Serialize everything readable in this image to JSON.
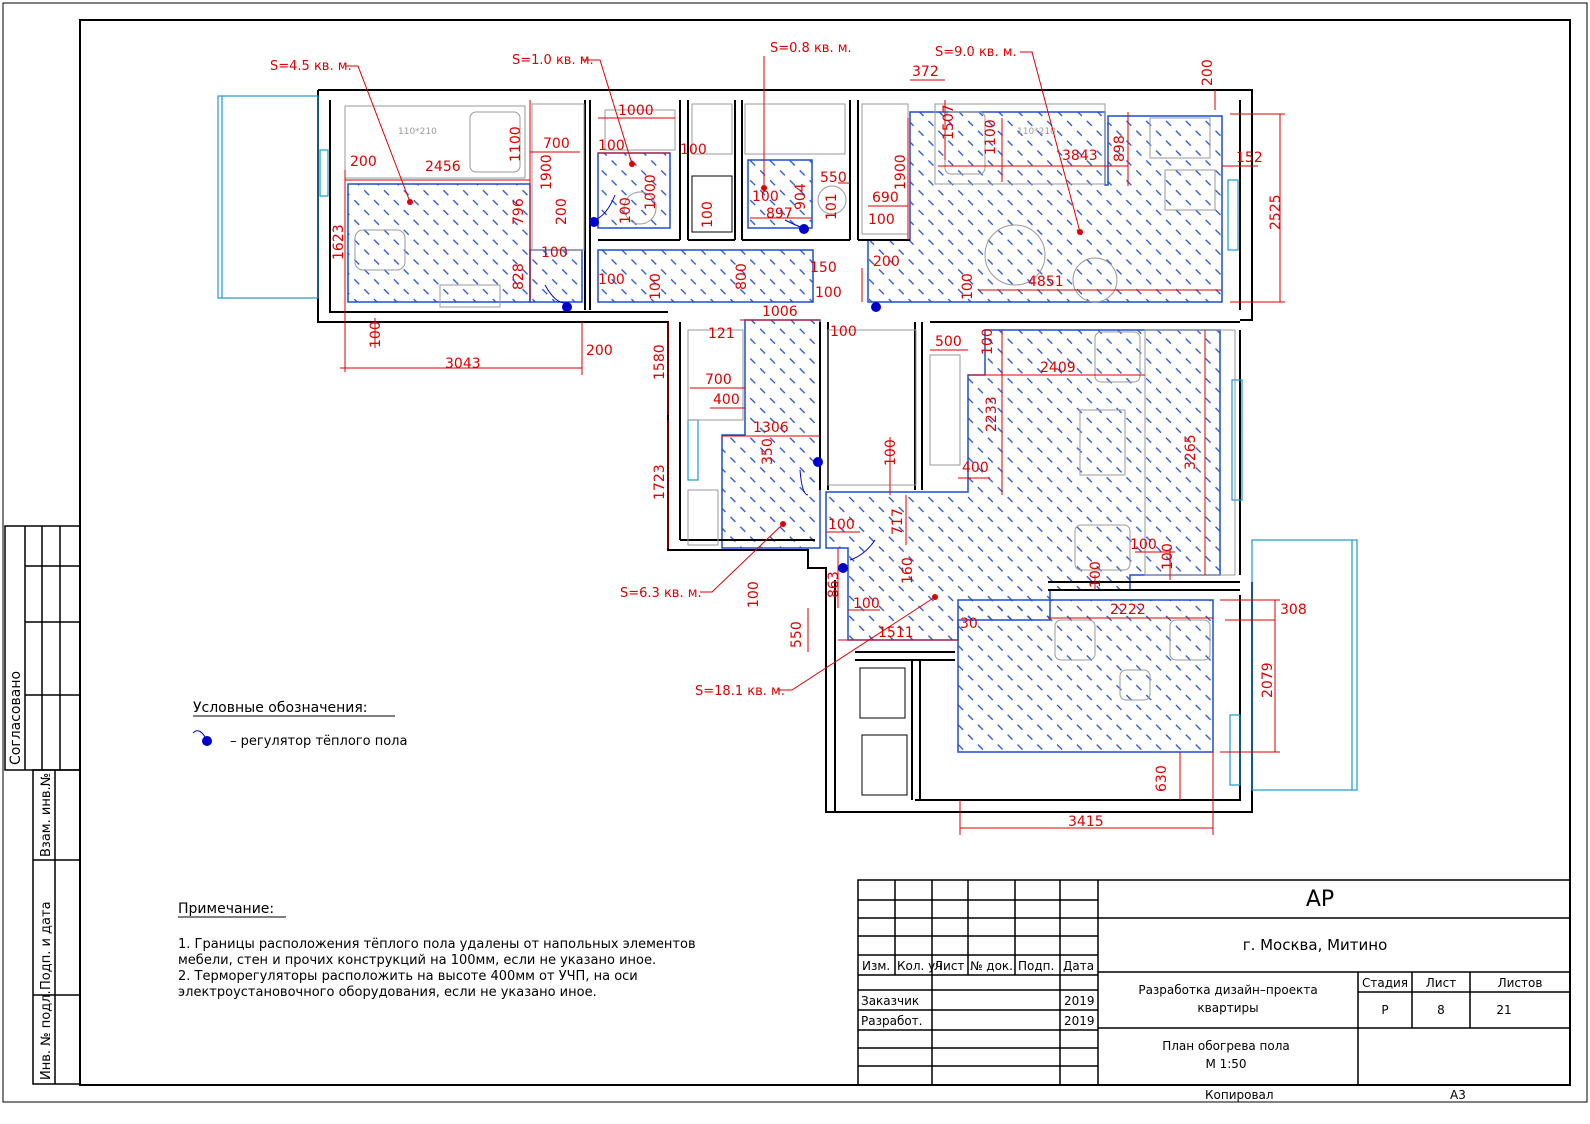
{
  "drawing": {
    "areas": [
      {
        "id": "bedroom-1",
        "text": "S=4.5  кв. м."
      },
      {
        "id": "wc",
        "text": "S=1.0  кв. м."
      },
      {
        "id": "bath",
        "text": "S=0.8  кв. м."
      },
      {
        "id": "bedroom-2",
        "text": "S=9.0  кв. м."
      },
      {
        "id": "hall",
        "text": "S=6.3  кв. м."
      },
      {
        "id": "living",
        "text": "S=18.1  кв. м."
      }
    ],
    "dims": {
      "d2456": "2456",
      "d200a": "200",
      "d1623": "1623",
      "d796": "796",
      "d828": "828",
      "d100a": "100",
      "d3043": "3043",
      "d200b": "200",
      "d1100a": "1100",
      "d1900a": "1900",
      "d700a": "700",
      "d200c": "200",
      "d100b": "100",
      "d1000a": "1000",
      "d100c": "100",
      "d1000b": "1000",
      "d100d": "100",
      "d100e": "100",
      "d100f": "100",
      "d100g": "100",
      "d800": "800",
      "d100h": "100",
      "d897": "897",
      "d904": "904",
      "d101": "101",
      "d550a": "550",
      "d150a": "150",
      "d1006": "1006",
      "d100i": "100",
      "d372": "372",
      "d1507": "1507",
      "d1100b": "1100",
      "d1900b": "1900",
      "d690": "690",
      "d100j": "100",
      "d200d": "200",
      "d100k": "100",
      "d3843": "3843",
      "d898": "898",
      "d200e": "200",
      "d152": "152",
      "d2525": "2525",
      "d4851": "4851",
      "d121": "121",
      "d1580": "1580",
      "d700b": "700",
      "d400a": "400",
      "d1306": "1306",
      "d350": "350",
      "d1723": "1723",
      "d100l": "100",
      "d100m": "100",
      "d500": "500",
      "d100n": "100",
      "d2409": "2409",
      "d2233": "2233",
      "d100o": "100",
      "d400b": "400",
      "d3265": "3265",
      "d100p": "100",
      "d717": "717",
      "d160": "160",
      "d863": "863",
      "d100q": "100",
      "d100r": "100",
      "d550b": "550",
      "d1511": "1511",
      "d100s": "100",
      "d1100c": "100",
      "d100t": "100",
      "d2222": "2222",
      "d308": "308",
      "d30": "30",
      "d2079": "2079",
      "d630": "630",
      "d3415": "3415"
    },
    "furniture": {
      "bed1": "110*210",
      "bed2": "110*210"
    },
    "legend": {
      "title": "Условные обозначения:",
      "item": "– регулятор тёплого пола"
    },
    "notes": {
      "title": "Примечание:",
      "line1": "1.  Границы  расположения  тёплого  пола  удалены  от  напольных  элементов",
      "line2": "мебели,  стен  и  прочих  конструкций  на 100мм,  если  не  указано  иное.",
      "line3": "2.  Терморегуляторы  расположить  на  высоте  400мм  от  УЧП,  на  оси",
      "line4": "электроустановочного  оборудования,  если  не  указано  иное."
    },
    "colors": {
      "dim": "#e00000",
      "heat": "#1f4fd0",
      "wall": "#000000",
      "furniture": "#9a9a9a",
      "regulator": "#0000cc"
    }
  },
  "side_stamp": {
    "agreed": "Согласовано",
    "cells": [
      "Взам. инв.№",
      "Подп. и дата",
      "Инв. № подл."
    ]
  },
  "title_block": {
    "code": "АР",
    "location": "г. Москва, Митино",
    "headers": [
      "Изм.",
      "Кол. уч",
      "Лист",
      "№ док.",
      "Подп.",
      "Дата"
    ],
    "rows": [
      {
        "role": "Заказчик",
        "date": "2019"
      },
      {
        "role": "Разработ.",
        "date": "2019"
      }
    ],
    "project": "Разработка дизайн–проекта",
    "project2": "квартиры",
    "stage_header": "Стадия",
    "sheet_header": "Лист",
    "sheets_header": "Листов",
    "stage": "Р",
    "sheet": "8",
    "sheets": "21",
    "drawing_title": "План обогрева пола",
    "scale": "М 1:50",
    "copied": "Копировал",
    "format": "А3"
  }
}
